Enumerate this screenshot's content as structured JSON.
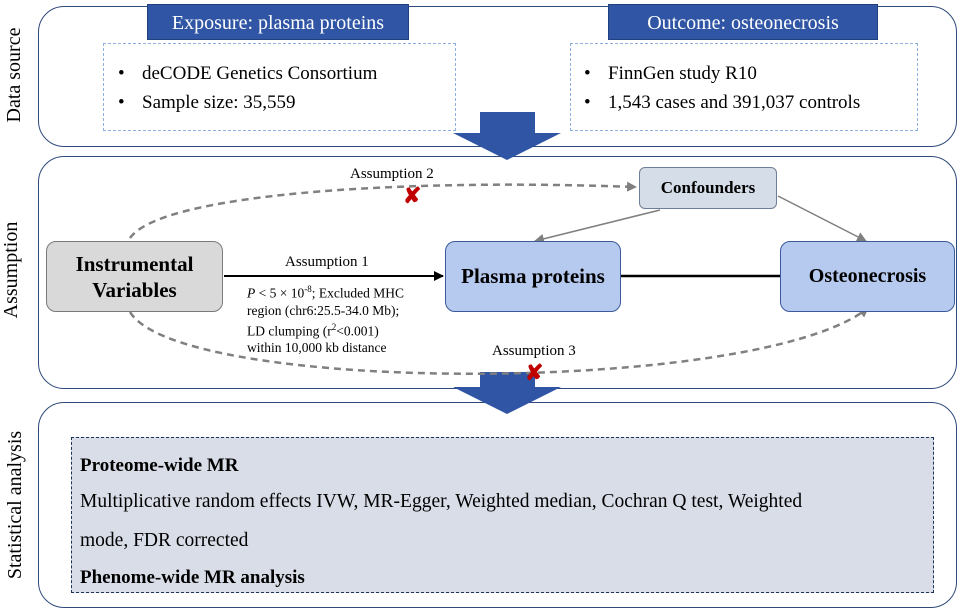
{
  "side_labels": {
    "data_source": "Data source",
    "assumption": "Assumption",
    "statistical_analysis": "Statistical analysis"
  },
  "exposure": {
    "header": "Exposure: plasma proteins",
    "items": [
      "deCODE Genetics Consortium",
      "Sample size: 35,559"
    ]
  },
  "outcome": {
    "header": "Outcome: osteonecrosis",
    "items": [
      "FinnGen study R10",
      "1,543 cases and 391,037 controls"
    ]
  },
  "nodes": {
    "iv_line1": "Instrumental",
    "iv_line2": "Variables",
    "plasma": "Plasma proteins",
    "osteo": "Osteonecrosis",
    "confounders": "Confounders"
  },
  "assumptions": {
    "a1": "Assumption 1",
    "a2": "Assumption 2",
    "a3": "Assumption 3",
    "cross_mark": "✘"
  },
  "criteria": {
    "line1_p": "P",
    "line1_rest": " < 5 × 10",
    "line1_exp": "-8",
    "line1_tail": "; Excluded MHC",
    "line2": "region (chr6:25.5-34.0 Mb);",
    "line3_pre": "LD clumping (r",
    "line3_sup": "2",
    "line3_post": "<0.001)",
    "line4": "within 10,000 kb distance"
  },
  "statistical": {
    "title1": "Proteome-wide MR",
    "methods_line1": "Multiplicative random effects IVW, MR-Egger, Weighted median, Cochran Q test, Weighted",
    "methods_line2": "mode, FDR corrected",
    "title2": "Phenome-wide MR analysis"
  },
  "colors": {
    "header_blue": "#2f55a4",
    "node_blue": "#b6c9ee",
    "node_gray": "#d9d9d9",
    "flow_arrow": "#2f55a4",
    "cross_red": "#c00000",
    "panel_border": "#2e4a7a"
  }
}
